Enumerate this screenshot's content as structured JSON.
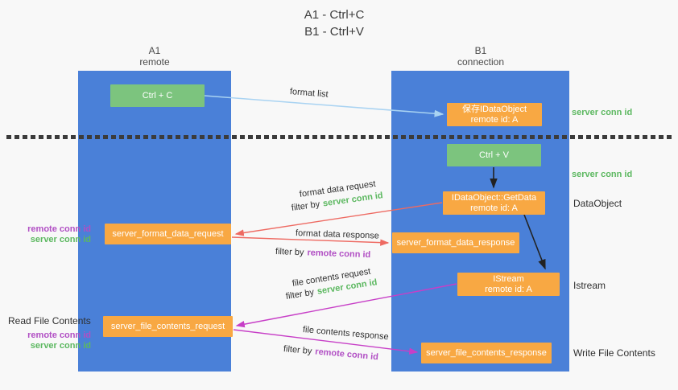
{
  "title": {
    "line1": "A1 - Ctrl+C",
    "line2": "B1 - Ctrl+V"
  },
  "columns": {
    "left": {
      "name": "A1",
      "role": "remote"
    },
    "right": {
      "name": "B1",
      "role": "connection"
    }
  },
  "nodes": {
    "ctrl_c": {
      "label": "Ctrl + C"
    },
    "save_idataobject": {
      "line1": "保存IDataObject",
      "line2": "remote id: A"
    },
    "ctrl_v": {
      "label": "Ctrl + V"
    },
    "getdata": {
      "line1": "IDataObject::GetData",
      "line2": "remote id: A"
    },
    "format_request": {
      "label": "server_format_data_request"
    },
    "format_response": {
      "label": "server_format_data_response"
    },
    "istream": {
      "line1": "IStream",
      "line2": "remote id: A"
    },
    "file_request": {
      "label": "server_file_contents_request"
    },
    "file_response": {
      "label": "server_file_contents_response"
    }
  },
  "arrow_labels": {
    "format_list": "format list",
    "format_request": "format data request",
    "format_request_filter_prefix": "filter by",
    "format_request_filter_key": "server conn id",
    "format_response": "format data response",
    "format_response_filter_prefix": "filter by",
    "format_response_filter_key": "remote conn id",
    "file_request": "file contents request",
    "file_request_filter_prefix": "filter by",
    "file_request_filter_key": "server conn id",
    "file_response": "file contents response",
    "file_response_filter_prefix": "filter by",
    "file_response_filter_key": "remote conn id"
  },
  "side_labels": {
    "server_conn_id_top": "server conn id",
    "server_conn_id_mid": "server conn id",
    "dataobject": "DataObject",
    "istream": "Istream",
    "read_file_contents": "Read File Contents",
    "write_file_contents": "Write File Contents",
    "format_remote_conn_id": "remote conn id",
    "format_server_conn_id": "server conn id",
    "file_remote_conn_id": "remote conn id",
    "file_server_conn_id": "server conn id"
  },
  "colors": {
    "column_blue": "#4a80d8",
    "box_green": "#7cc47e",
    "box_orange": "#f8a843",
    "conn_green": "#5cb860",
    "conn_purple": "#b14fc4",
    "arrow_red": "#ee6a62",
    "arrow_magenta": "#c73fc7",
    "arrow_lightblue": "#a9d3f2",
    "arrow_black": "#222222"
  }
}
